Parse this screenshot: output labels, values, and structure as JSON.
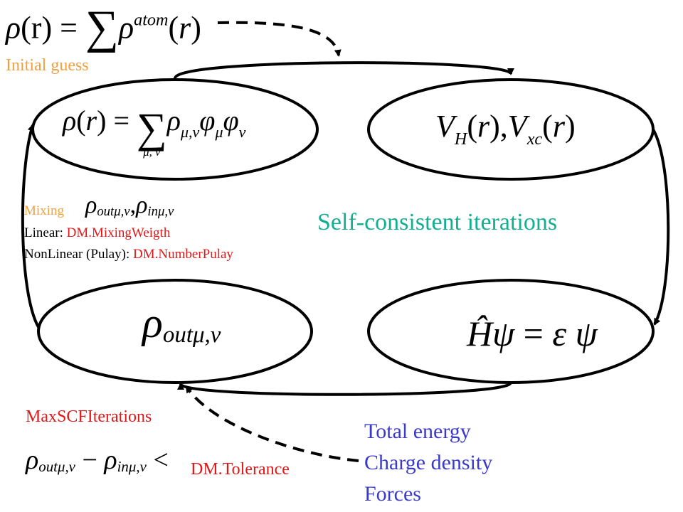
{
  "labels": {
    "initial_guess": "Initial guess",
    "mixing": "Mixing",
    "linear_prefix": "Linear: ",
    "linear_param": "DM.MixingWeigth",
    "nonlinear_prefix": "NonLinear (Pulay): ",
    "nonlinear_param": "DM.NumberPulay",
    "self_consistent": "Self-consistent iterations",
    "max_scf": "MaxSCFIterations",
    "tolerance": "DM.Tolerance"
  },
  "outputs": [
    "Total energy",
    "Charge density",
    "Forces"
  ],
  "formulas": {
    "rho": "ρ",
    "r": "r",
    "eq": "=",
    "sum": "∑",
    "atom": "atom",
    "mu_nu": "μ,ν",
    "mu_nu_sum": "μ, ν",
    "phi": "φ",
    "mu": "μ",
    "nu": "ν",
    "out": "out",
    "in": "in",
    "V": "V",
    "H": "H",
    "xc": "xc",
    "comma": ",",
    "minus": "−",
    "less": "<",
    "H_hat": "Ĥ",
    "psi": "ψ",
    "epsilon": "ε"
  },
  "colors": {
    "orange": "#F0A040",
    "red": "#E01818",
    "teal": "#10B090",
    "blue": "#3A3AC8",
    "stroke": "#000000"
  }
}
